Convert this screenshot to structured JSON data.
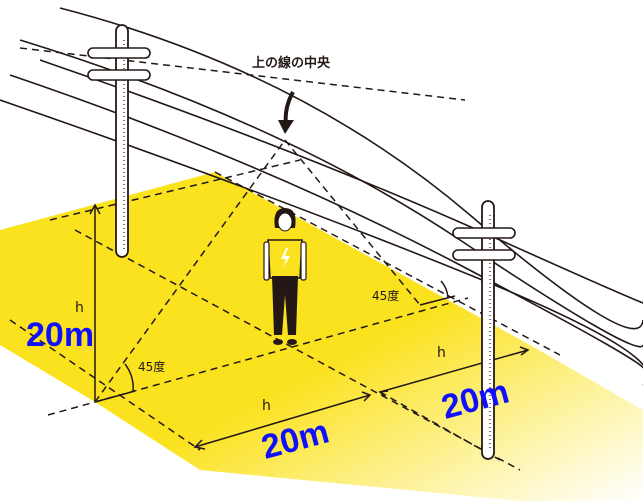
{
  "diagram": {
    "callout": "上の線の中央",
    "angle_labels": [
      "45度",
      "45度"
    ],
    "h_labels": [
      "h",
      "h",
      "h"
    ],
    "distance_labels": [
      "20m",
      "20m",
      "20m"
    ],
    "colors": {
      "ground": "#fbe21f",
      "ink": "#231815",
      "measure_text": "#1010ff"
    },
    "elements": [
      "utility-pole-left",
      "utility-pole-right",
      "power-lines",
      "person",
      "dashed-45-degree-zone"
    ]
  }
}
